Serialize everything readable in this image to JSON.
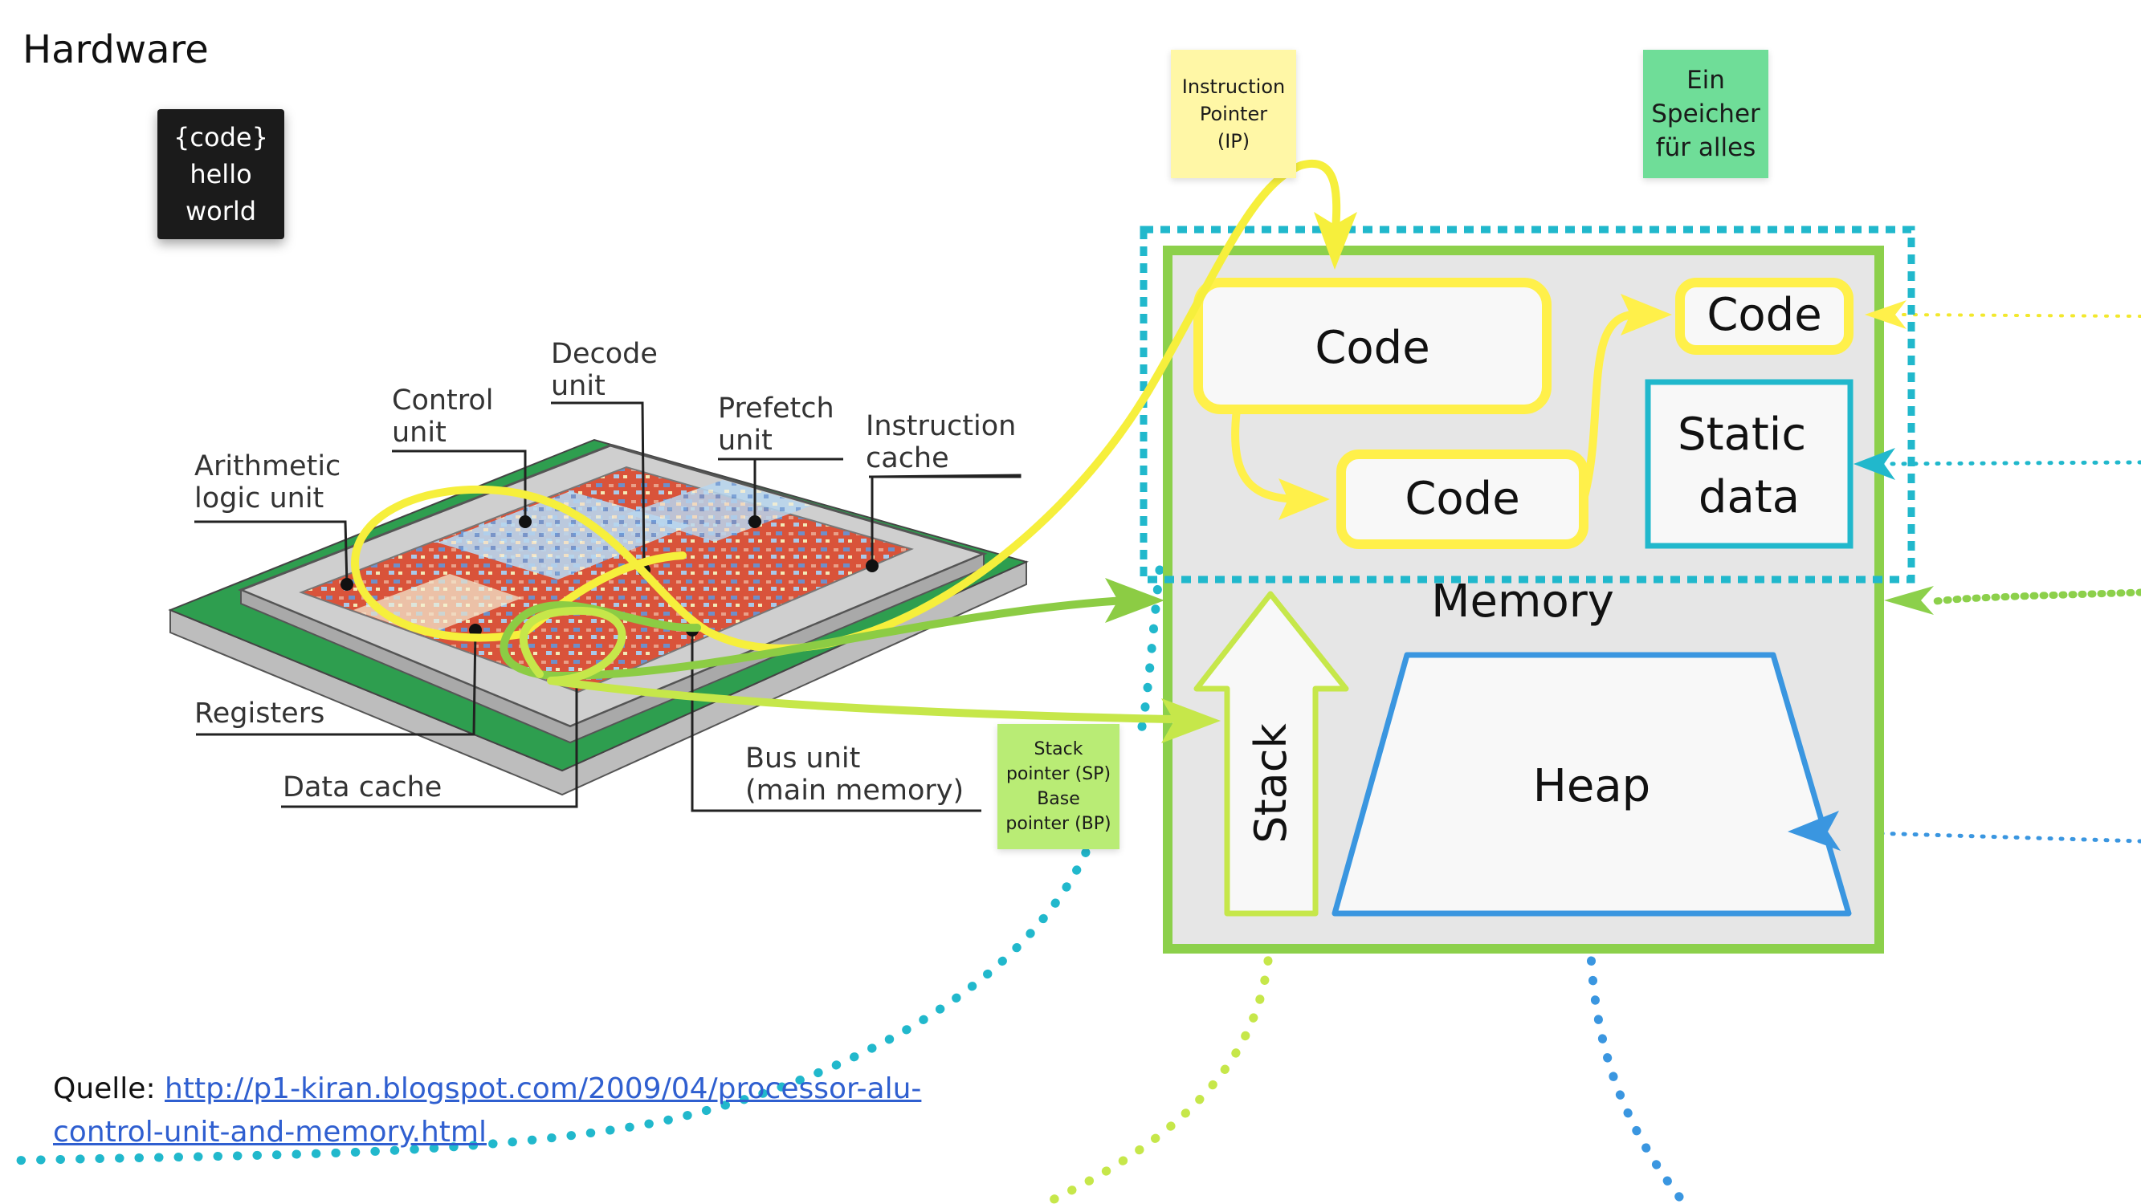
{
  "page": {
    "title": "Hardware"
  },
  "code_card": {
    "lines": [
      "{code}",
      "hello",
      "world"
    ]
  },
  "stickies": {
    "instruction_pointer": [
      "Instruction",
      "Pointer",
      "(IP)"
    ],
    "one_memory": [
      "Ein",
      "Speicher",
      "für alles"
    ],
    "stack_base_pointer": [
      "Stack",
      "pointer (SP)",
      "Base",
      "pointer (BP)"
    ]
  },
  "cpu_figure": {
    "labels": {
      "alu": [
        "Arithmetic",
        "logic unit"
      ],
      "control": [
        "Control",
        "unit"
      ],
      "decode": [
        "Decode",
        "unit"
      ],
      "prefetch": [
        "Prefetch",
        "unit"
      ],
      "icache": [
        "Instruction",
        "cache"
      ],
      "registers": "Registers",
      "dcache": "Data cache",
      "bus": [
        "Bus unit",
        "(main memory)"
      ]
    }
  },
  "memory_diagram": {
    "memory_label": "Memory",
    "code_large": "Code",
    "code_middle": "Code",
    "code_small": "Code",
    "static_data": [
      "Static",
      "data"
    ],
    "stack": "Stack",
    "heap": "Heap"
  },
  "source": {
    "prefix": "Quelle: ",
    "link_text": "http://p1-kiran.blogspot.com/2009/04/processor-alu-control-unit-and-memory.html"
  },
  "colors": {
    "memory_green": "#8cd04b",
    "segment_cyan": "#21b8cc",
    "code_yellow": "#fff04a",
    "heap_blue": "#3a96e0",
    "stack_lime": "#c6e74a",
    "arrow_yellow": "#f6ef3c",
    "arrow_green": "#8ccc44",
    "memory_fill": "#e6e6e6",
    "cpu_die_red": "#d9533a",
    "cpu_board_green": "#2e9e4f"
  }
}
